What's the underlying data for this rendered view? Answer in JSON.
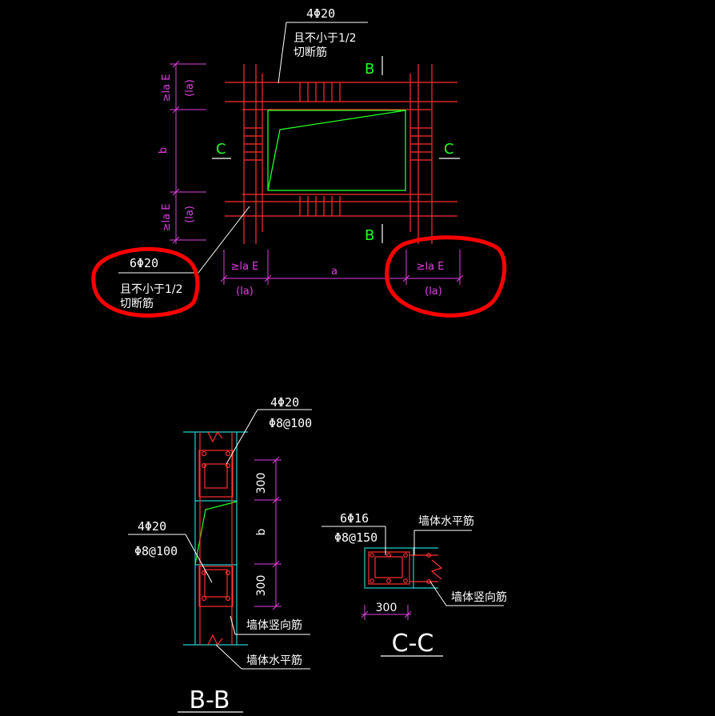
{
  "colors": {
    "background": "#000000",
    "rebar": "#ff3030",
    "dimension": "#e040e0",
    "opening": "#22ff22",
    "concrete": "#22d0d0",
    "annotation": "#ffffff",
    "highlight": "#ff0000"
  },
  "plan": {
    "top_note": {
      "bars": "4Φ20",
      "line1": "且不小于1/2",
      "line2": "切断筋"
    },
    "left_note": {
      "bars": "6Φ20",
      "line1": "且不小于1/2",
      "line2": "切断筋"
    },
    "section_b_top": "B",
    "section_b_bottom": "B",
    "section_c_left": "C",
    "section_c_right": "C",
    "dim_lae_top": "≥la E",
    "dim_la_top": "(la)",
    "dim_b": "b",
    "dim_lae_bottom": "≥la E",
    "dim_la_bottom": "(la)",
    "dim_lae_left": "≥la E",
    "dim_la_left": "(la)",
    "dim_a": "a",
    "dim_lae_right": "≥la E",
    "dim_la_right": "(la)"
  },
  "section_bb": {
    "note_top": {
      "bars": "4Φ20",
      "stirrup": "Φ8@100"
    },
    "note_left": {
      "bars": "4Φ20",
      "stirrup": "Φ8@100"
    },
    "dim_300_top": "300",
    "dim_b": "b",
    "dim_300_bottom": "300",
    "label_vertical": "墙体竖向筋",
    "label_horizontal": "墙体水平筋",
    "title": "B-B"
  },
  "section_cc": {
    "note": {
      "bars": "6Φ16",
      "stirrup": "Φ8@150"
    },
    "label_horizontal": "墙体水平筋",
    "label_vertical": "墙体竖向筋",
    "dim_300": "300",
    "title": "C-C"
  }
}
